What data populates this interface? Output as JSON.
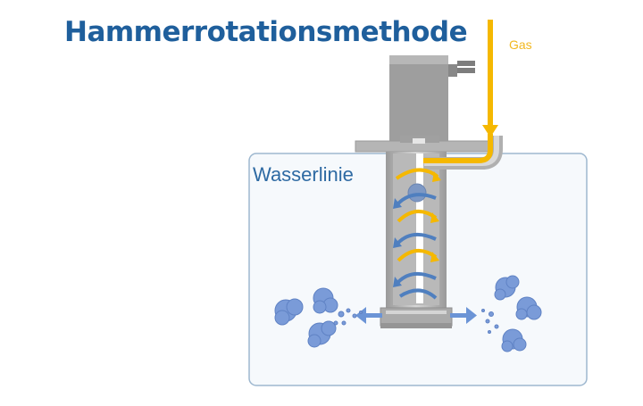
{
  "title": "Hammerrotationsmethode",
  "labels": {
    "gas": "Gas",
    "waterline": "Wasserlinie"
  },
  "colors": {
    "title": "#1f5f9c",
    "gas_arrow": "#f5b800",
    "water_outline": "#9db7cf",
    "water_fill": "#f6f9fc",
    "device_gray": "#a8a8a8",
    "bubbles": "#7a9bd8"
  }
}
